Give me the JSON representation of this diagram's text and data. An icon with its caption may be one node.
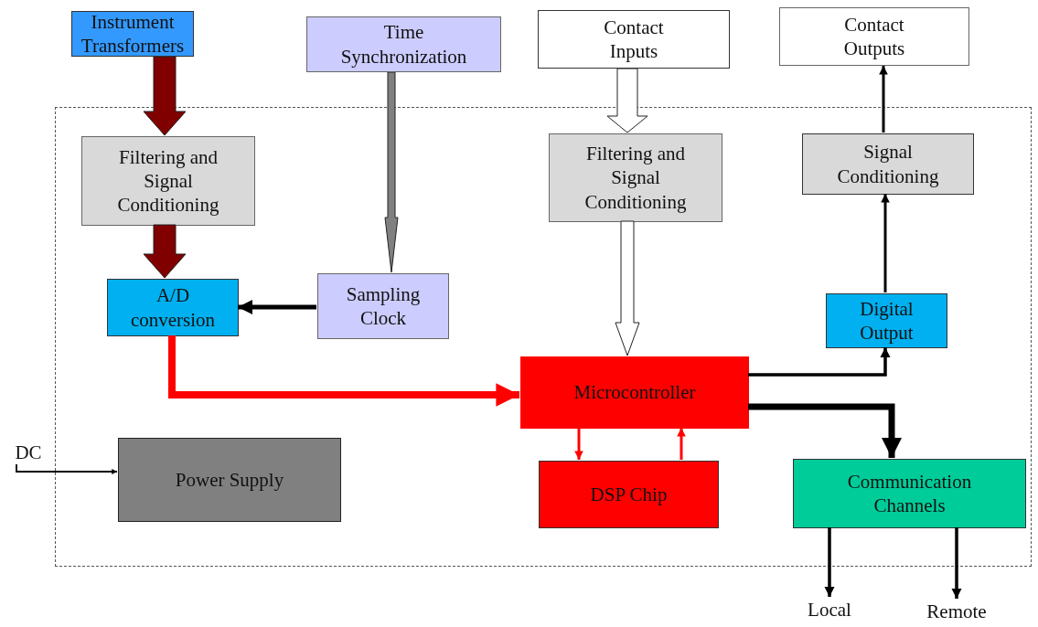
{
  "diagram": {
    "nodes": [
      {
        "text": [],
        "shape": "box"
      },
      {
        "text": [
          "Instrument Transformers"
        ]
      },
      {
        "text": [
          "Time Synchronization"
        ]
      },
      {
        "text": [
          "Contact Inputs"
        ]
      },
      {
        "text": [
          "Contact Outputs"
        ]
      },
      {
        "text": [
          "Filtering and Signal Conditioning"
        ],
        "in": 0
      },
      {
        "text": [
          "A/D conversion"
        ],
        "in": 0
      },
      {
        "text": [
          "Sampling Clock"
        ],
        "in": 0
      },
      {
        "text": [
          "Filtering and Signal Conditioning"
        ],
        "in": 0
      },
      {
        "text": [
          "Signal Conditioning"
        ],
        "in": 0
      },
      {
        "text": [
          "Digital Output"
        ],
        "in": 0
      },
      {
        "text": [
          "Microcontroller"
        ],
        "in": 0
      },
      {
        "text": [
          "DSP Chip"
        ],
        "in": 0
      },
      {
        "text": [
          "Power Supply"
        ],
        "in": 0
      },
      {
        "text": [
          "Communication Channels"
        ],
        "in": 0
      },
      {
        "text": [
          "DC"
        ]
      },
      {
        "text": [
          "Local"
        ]
      },
      {
        "text": [
          "Remote"
        ]
      }
    ],
    "edges": [
      {
        "from": 1,
        "to": 5,
        "arrow": "to",
        "style": "thick",
        "color": "#800000"
      },
      {
        "from": 5,
        "to": 6,
        "arrow": "to",
        "style": "thick",
        "color": "#800000"
      },
      {
        "from": 2,
        "to": 7,
        "arrow": "to",
        "style": "thick",
        "color": "#808080"
      },
      {
        "from": 7,
        "to": 6,
        "arrow": "to"
      },
      {
        "from": 3,
        "to": 8,
        "arrow": "to",
        "style": "thick",
        "color": "#ffffff"
      },
      {
        "from": 8,
        "to": 11,
        "arrow": "to",
        "style": "thick",
        "color": "#ffffff"
      },
      {
        "from": 6,
        "to": 11,
        "arrow": "to",
        "style": "thick",
        "color": "#ff0000"
      },
      {
        "from": 11,
        "to": 12,
        "arrow": "to",
        "color": "#ff0000"
      },
      {
        "from": 12,
        "to": 11,
        "arrow": "to",
        "color": "#ff0000"
      },
      {
        "from": 11,
        "to": 10,
        "arrow": "to"
      },
      {
        "from": 10,
        "to": 9,
        "arrow": "to"
      },
      {
        "from": 9,
        "to": 4,
        "arrow": "to"
      },
      {
        "from": 11,
        "to": 14,
        "arrow": "to",
        "style": "thick"
      },
      {
        "from": 15,
        "to": 13,
        "arrow": "to"
      },
      {
        "from": 14,
        "to": 16,
        "arrow": "to"
      },
      {
        "from": 14,
        "to": 17,
        "arrow": "to"
      }
    ]
  }
}
